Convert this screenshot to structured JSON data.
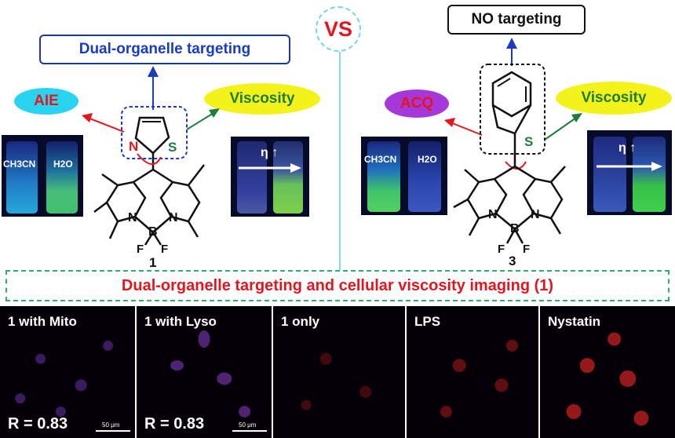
{
  "vs_label": "VS",
  "left": {
    "targeting_box": "Dual-organelle targeting",
    "aie_label": "AIE",
    "viscosity_label": "Viscosity",
    "compound_number": "1",
    "vial_labels": [
      "CH3CN",
      "H2O"
    ],
    "viscosity_symbol": "η ↑"
  },
  "right": {
    "targeting_box": "NO targeting",
    "acq_label": "ACQ",
    "viscosity_label": "Viscosity",
    "compound_number": "3",
    "vial_labels": [
      "CH3CN",
      "H2O"
    ],
    "viscosity_symbol": "η ↑"
  },
  "banner": "Dual-organelle targeting and cellular viscosity imaging (1)",
  "panels": [
    {
      "label": "1 with Mito",
      "r_value": "R = 0.83",
      "scale": "50 μm"
    },
    {
      "label": "1 with Lyso",
      "r_value": "R = 0.83",
      "scale": "50 μm"
    },
    {
      "label": "1 only"
    },
    {
      "label": "LPS"
    },
    {
      "label": "Nystatin"
    }
  ],
  "atoms": {
    "N": "N",
    "S": "S",
    "B": "B",
    "F": "F"
  },
  "colors": {
    "aie_pill": "#29d4f0",
    "acq_pill": "#a637d8",
    "viscosity_pill": "#f3f21a",
    "arrow_blue": "#1a3dbf",
    "arrow_red": "#e3161e",
    "arrow_green": "#1e7d3a",
    "banner_text": "#e3161e",
    "banner_border": "#2fae6a"
  }
}
